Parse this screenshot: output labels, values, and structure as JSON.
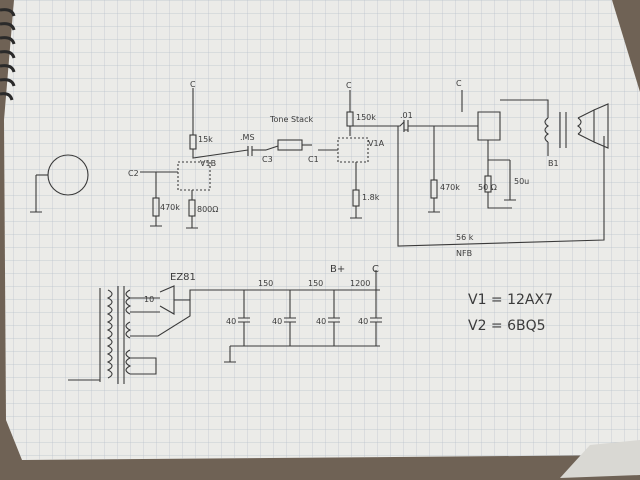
{
  "schematic": {
    "labels": {
      "c_top_left": "C",
      "r_15k_left": "15k",
      "cap_ms": ".MS",
      "tube_v1b": "V1B",
      "node_c2": "C2",
      "node_c3": "C3",
      "r_470k_left": "470k",
      "r_800": "800Ω",
      "tone_stack": "Tone Stack",
      "node_c1": "C1",
      "c_top_mid": "C",
      "r_150k": "150k",
      "tube_v1a": "V1A",
      "r_1_8k": "1.8k",
      "cap_01": ".01",
      "c_top_right": "C",
      "r_470k_right": "470k",
      "r_bias": "50 Ω",
      "cap_bias": "50u",
      "node_b1": "B1",
      "r_56k": "56 k",
      "feedback_label": "NFB",
      "rectifier": "EZ81",
      "cap_40_1": "40",
      "cap_40_2": "40",
      "cap_40_3": "40",
      "cap_40_4": "40",
      "r_150_a": "150",
      "r_150_b": "150",
      "r_1200": "1200",
      "b_plus": "B+",
      "c_psu": "C",
      "cap_10": "10"
    },
    "tube_legend": {
      "line1": "V1 = 12AX7",
      "line2": "V2 = 6BQ5"
    }
  }
}
